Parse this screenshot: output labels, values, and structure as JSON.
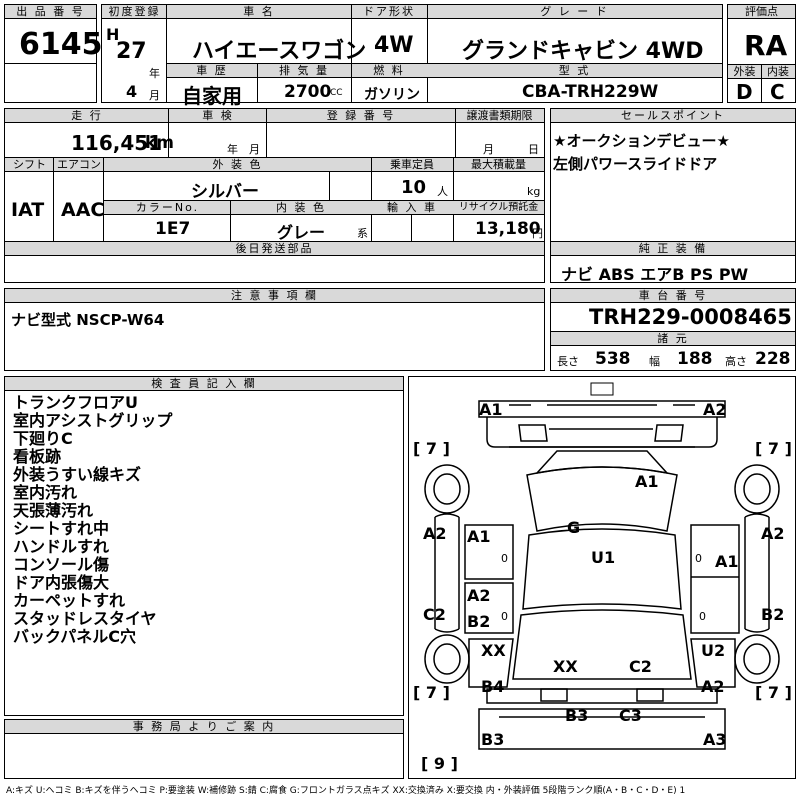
{
  "headers": {
    "lot_no": "出 品 番 号",
    "first_reg": "初度登録",
    "car_name": "車 名",
    "door": "ドア形状",
    "grade": "グ レ ー ド",
    "score": "評価点",
    "history": "車 歴",
    "displacement": "排 気 量",
    "fuel": "燃 料",
    "model": "型 式",
    "exterior": "外装",
    "interior": "内装",
    "mileage": "走 行",
    "inspection": "車 検",
    "reg_no": "登 録 番 号",
    "transfer": "譲渡書類期限",
    "sales_point": "セールスポイント",
    "shift": "シフト",
    "aircon": "エアコン",
    "ext_color": "外 装 色",
    "capacity": "乗車定員",
    "max_load": "最大積載量",
    "color_no": "カラーNo.",
    "int_color": "内 装 色",
    "import": "輸 入 車",
    "recycle": "リサイクル預託金",
    "later_parts": "後日発送部品",
    "genuine": "純 正 装 備",
    "notes": "注 意 事 項 欄",
    "chassis": "車 台 番 号",
    "specs": "諸 元",
    "inspector": "検 査 員 記 入 欄",
    "office": "事 務 局 よ り ご 案 内"
  },
  "vehicle": {
    "lot_no": "6145",
    "era": "H",
    "year": "27",
    "year_unit": "年",
    "month": "4",
    "month_unit": "月",
    "car_name": "ハイエースワゴン",
    "door": "4W",
    "grade": "グランドキャビン 4WD",
    "score": "RA",
    "history": "自家用",
    "displacement": "2700",
    "cc": "CC",
    "fuel": "ガソリン",
    "model": "CBA-TRH229W",
    "exterior_score": "D",
    "interior_score": "C",
    "mileage": "116,451",
    "km": "km",
    "insp_year": "年",
    "insp_month": "月",
    "transfer_month": "月",
    "transfer_day": "日",
    "shift": "IAT",
    "aircon": "AAC",
    "ext_color": "シルバー",
    "capacity": "10",
    "capacity_unit": "人",
    "kg": "kg",
    "color_no": "1E7",
    "int_color": "グレー",
    "int_suffix": "系",
    "recycle": "13,180",
    "yen": "円",
    "chassis_no": "TRH229-0008465",
    "length_label": "長さ",
    "length": "538",
    "width_label": "幅",
    "width": "188",
    "height_label": "高さ",
    "height": "228"
  },
  "sales_points": [
    "★オークションデビュー★",
    "左側パワースライドドア"
  ],
  "genuine_equipment": "ナビ ABS エアB PS PW",
  "notes": "ナビ型式 NSCP-W64",
  "inspector_notes": [
    "トランクフロアU",
    "室内アシストグリップ",
    "下廻りC",
    "看板跡",
    "外装うすい線キズ",
    "室内汚れ",
    "天張薄汚れ",
    "シートすれ中",
    "ハンドルすれ",
    "コンソール傷",
    "ドア内張傷大",
    "カーペットすれ",
    "スタッドレスタイヤ",
    "バックパネルC穴"
  ],
  "diagram": {
    "front_left": "A1",
    "front_right": "A2",
    "tire_fl": "7",
    "tire_fr": "7",
    "tire_rl": "7",
    "tire_rr": "7",
    "spare": "9",
    "hood": "A1",
    "windshield": "G",
    "roof": "U1",
    "fender_left": "A2",
    "fender_right": "A2",
    "door_fl": "A1",
    "door_fl_0": "0",
    "door_fr": "A1",
    "door_fr_0": "0",
    "door_rl_a2": "A2",
    "door_rl_b2": "B2",
    "door_rl_0": "0",
    "door_rr_0": "0",
    "sill_left": "C2",
    "sill_right": "B2",
    "rear_qtr_left": "XX",
    "rear_qtr_right": "U2",
    "rear_left_b4": "B4",
    "rear_right_a2": "A2",
    "rear_glass_xx": "XX",
    "rear_glass_c2": "C2",
    "backdoor_b3": "B3",
    "backdoor_c3": "C3",
    "rear_bumper_left": "B3",
    "rear_bumper_right": "A3"
  },
  "legend": "A:キズ U:ヘコミ B:キズを伴うヘコミ P:要塗装 W:補修跡 S:錆 C:腐食 G:フロントガラス点キズ XX:交換済み X:要交換 内・外装評価 5段階ランク順(A・B・C・D・E) 1"
}
